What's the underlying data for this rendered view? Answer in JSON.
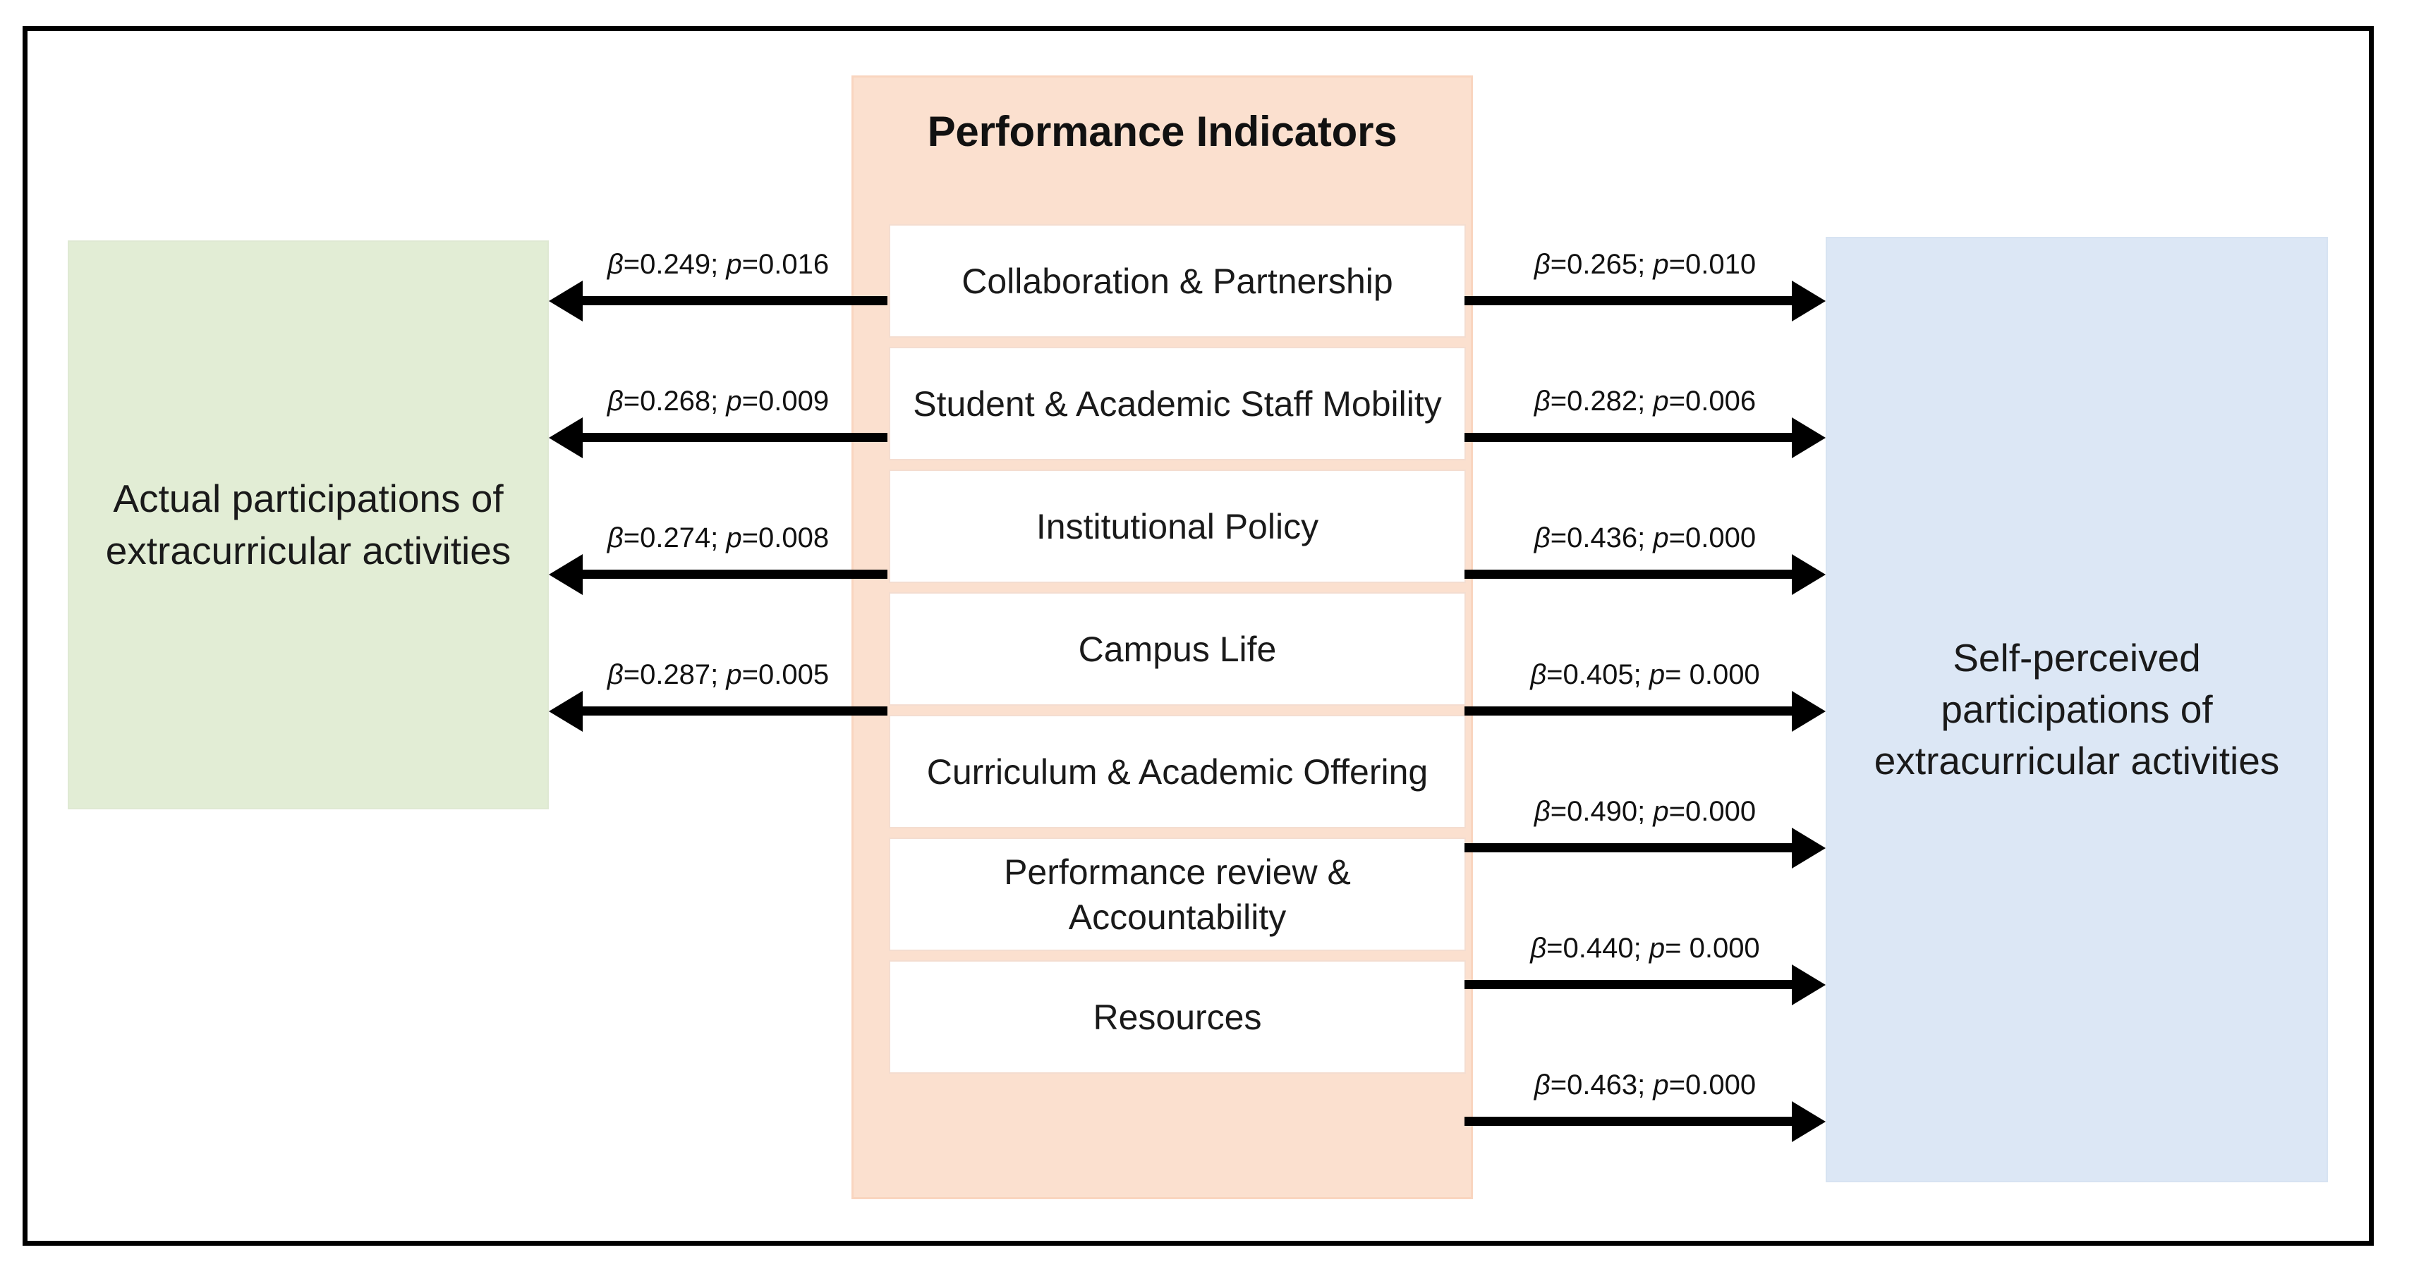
{
  "diagram": {
    "left_construct": {
      "label": "Actual participations of extracurricular activities",
      "color": "#e2edd5"
    },
    "right_construct": {
      "label": "Self-perceived participations of extracurricular activities",
      "color": "#dce7f5"
    },
    "center_panel": {
      "title": "Performance Indicators",
      "color": "#fbe0cf"
    },
    "indicators": [
      {
        "label": "Collaboration & Partnership"
      },
      {
        "label": "Student & Academic Staff Mobility"
      },
      {
        "label": "Institutional Policy"
      },
      {
        "label": "Campus Life"
      },
      {
        "label": "Curriculum & Academic Offering"
      },
      {
        "label": "Performance review & Accountability"
      },
      {
        "label": "Resources"
      }
    ],
    "left_paths": [
      {
        "indicator": "Collaboration & Partnership",
        "beta": 0.249,
        "p": 0.016,
        "label": "β=0.249; p=0.016",
        "direction": "to-actual"
      },
      {
        "indicator": "Student & Academic Staff Mobility",
        "beta": 0.268,
        "p": 0.009,
        "label": "β=0.268; p=0.009",
        "direction": "to-actual"
      },
      {
        "indicator": "Institutional Policy",
        "beta": 0.274,
        "p": 0.008,
        "label": "β=0.274; p=0.008",
        "direction": "to-actual"
      },
      {
        "indicator": "Campus Life",
        "beta": 0.287,
        "p": 0.005,
        "label": "β=0.287; p=0.005",
        "direction": "to-actual"
      }
    ],
    "right_paths": [
      {
        "indicator": "Collaboration & Partnership",
        "beta": 0.265,
        "p": 0.01,
        "label": "β=0.265; p=0.010",
        "direction": "to-self-perceived"
      },
      {
        "indicator": "Student & Academic Staff Mobility",
        "beta": 0.282,
        "p": 0.006,
        "label": "β=0.282; p=0.006",
        "direction": "to-self-perceived"
      },
      {
        "indicator": "Institutional Policy",
        "beta": 0.436,
        "p": 0.0,
        "label": "β=0.436; p=0.000",
        "direction": "to-self-perceived"
      },
      {
        "indicator": "Campus Life",
        "beta": 0.405,
        "p": 0.0,
        "label": "β=0.405; p= 0.000",
        "direction": "to-self-perceived"
      },
      {
        "indicator": "Curriculum & Academic Offering",
        "beta": 0.49,
        "p": 0.0,
        "label": "β=0.490; p=0.000",
        "direction": "to-self-perceived"
      },
      {
        "indicator": "Performance review & Accountability",
        "beta": 0.44,
        "p": 0.0,
        "label": "β=0.440; p= 0.000",
        "direction": "to-self-perceived"
      },
      {
        "indicator": "Resources",
        "beta": 0.463,
        "p": 0.0,
        "label": "β=0.463; p=0.000",
        "direction": "to-self-perceived"
      }
    ]
  },
  "chart_data": {
    "type": "diagram",
    "title": "Performance Indicators",
    "nodes": [
      "Actual participations of extracurricular activities",
      "Self-perceived participations of extracurricular activities",
      "Collaboration & Partnership",
      "Student & Academic Staff Mobility",
      "Institutional Policy",
      "Campus Life",
      "Curriculum & Academic Offering",
      "Performance review & Accountability",
      "Resources"
    ],
    "edges": [
      {
        "from": "Collaboration & Partnership",
        "to": "Actual participations of extracurricular activities",
        "beta": 0.249,
        "p": 0.016
      },
      {
        "from": "Student & Academic Staff Mobility",
        "to": "Actual participations of extracurricular activities",
        "beta": 0.268,
        "p": 0.009
      },
      {
        "from": "Institutional Policy",
        "to": "Actual participations of extracurricular activities",
        "beta": 0.274,
        "p": 0.008
      },
      {
        "from": "Campus Life",
        "to": "Actual participations of extracurricular activities",
        "beta": 0.287,
        "p": 0.005
      },
      {
        "from": "Collaboration & Partnership",
        "to": "Self-perceived participations of extracurricular activities",
        "beta": 0.265,
        "p": 0.01
      },
      {
        "from": "Student & Academic Staff Mobility",
        "to": "Self-perceived participations of extracurricular activities",
        "beta": 0.282,
        "p": 0.006
      },
      {
        "from": "Institutional Policy",
        "to": "Self-perceived participations of extracurricular activities",
        "beta": 0.436,
        "p": 0.0
      },
      {
        "from": "Campus Life",
        "to": "Self-perceived participations of extracurricular activities",
        "beta": 0.405,
        "p": 0.0
      },
      {
        "from": "Curriculum & Academic Offering",
        "to": "Self-perceived participations of extracurricular activities",
        "beta": 0.49,
        "p": 0.0
      },
      {
        "from": "Performance review & Accountability",
        "to": "Self-perceived participations of extracurricular activities",
        "beta": 0.44,
        "p": 0.0
      },
      {
        "from": "Resources",
        "to": "Self-perceived participations of extracurricular activities",
        "beta": 0.463,
        "p": 0.0
      }
    ]
  }
}
